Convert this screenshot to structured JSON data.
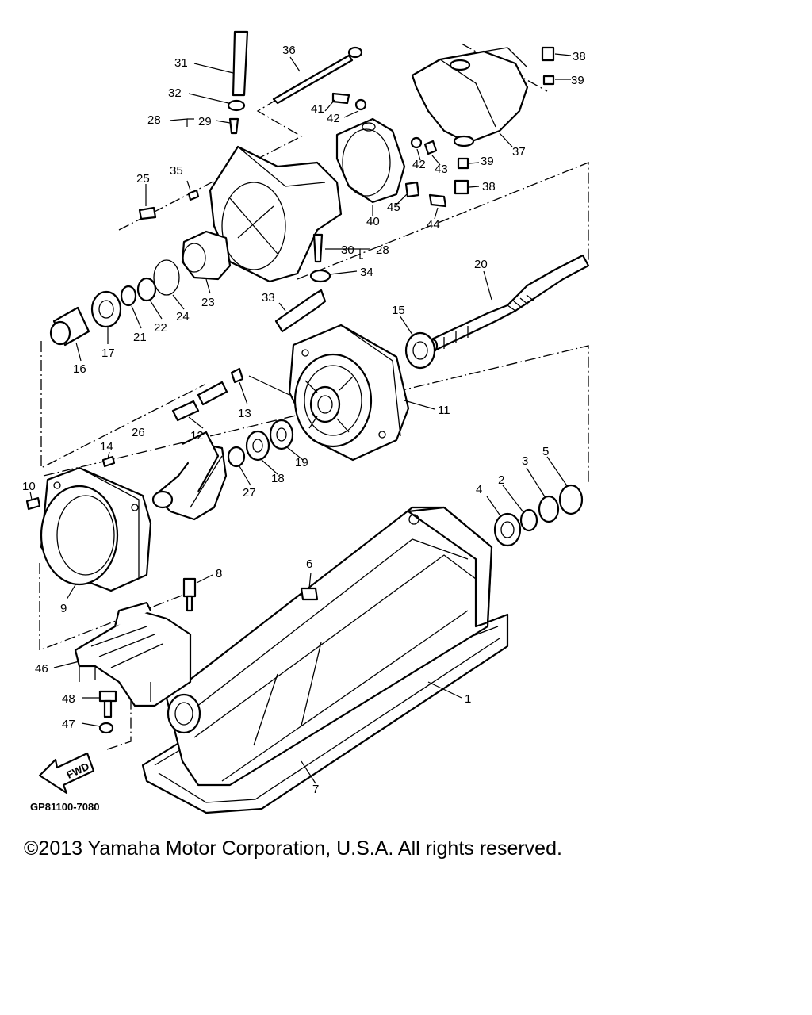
{
  "diagram": {
    "code": "GP81100-7080",
    "fwd_label": "FWD",
    "part_labels": [
      {
        "id": "p1",
        "text": "1"
      },
      {
        "id": "p2",
        "text": "2"
      },
      {
        "id": "p3",
        "text": "3"
      },
      {
        "id": "p4",
        "text": "4"
      },
      {
        "id": "p5",
        "text": "5"
      },
      {
        "id": "p6",
        "text": "6"
      },
      {
        "id": "p7",
        "text": "7"
      },
      {
        "id": "p8",
        "text": "8"
      },
      {
        "id": "p9",
        "text": "9"
      },
      {
        "id": "p10",
        "text": "10"
      },
      {
        "id": "p11",
        "text": "11"
      },
      {
        "id": "p12",
        "text": "12"
      },
      {
        "id": "p13",
        "text": "13"
      },
      {
        "id": "p14",
        "text": "14"
      },
      {
        "id": "p15",
        "text": "15"
      },
      {
        "id": "p16",
        "text": "16"
      },
      {
        "id": "p17",
        "text": "17"
      },
      {
        "id": "p18",
        "text": "18"
      },
      {
        "id": "p19",
        "text": "19"
      },
      {
        "id": "p20",
        "text": "20"
      },
      {
        "id": "p21",
        "text": "21"
      },
      {
        "id": "p22",
        "text": "22"
      },
      {
        "id": "p23",
        "text": "23"
      },
      {
        "id": "p24",
        "text": "24"
      },
      {
        "id": "p25",
        "text": "25"
      },
      {
        "id": "p26",
        "text": "26"
      },
      {
        "id": "p27",
        "text": "27"
      },
      {
        "id": "p28a",
        "text": "28"
      },
      {
        "id": "p28b",
        "text": "28"
      },
      {
        "id": "p29",
        "text": "29"
      },
      {
        "id": "p30",
        "text": "30"
      },
      {
        "id": "p31",
        "text": "31"
      },
      {
        "id": "p32",
        "text": "32"
      },
      {
        "id": "p33",
        "text": "33"
      },
      {
        "id": "p34",
        "text": "34"
      },
      {
        "id": "p35",
        "text": "35"
      },
      {
        "id": "p36",
        "text": "36"
      },
      {
        "id": "p37",
        "text": "37"
      },
      {
        "id": "p38a",
        "text": "38"
      },
      {
        "id": "p38b",
        "text": "38"
      },
      {
        "id": "p39a",
        "text": "39"
      },
      {
        "id": "p39b",
        "text": "39"
      },
      {
        "id": "p40",
        "text": "40"
      },
      {
        "id": "p41",
        "text": "41"
      },
      {
        "id": "p42a",
        "text": "42"
      },
      {
        "id": "p42b",
        "text": "42"
      },
      {
        "id": "p43",
        "text": "43"
      },
      {
        "id": "p44",
        "text": "44"
      },
      {
        "id": "p45",
        "text": "45"
      },
      {
        "id": "p46",
        "text": "46"
      },
      {
        "id": "p47",
        "text": "47"
      },
      {
        "id": "p48",
        "text": "48"
      }
    ]
  },
  "copyright": "©2013 Yamaha Motor Corporation, U.S.A. All rights reserved."
}
